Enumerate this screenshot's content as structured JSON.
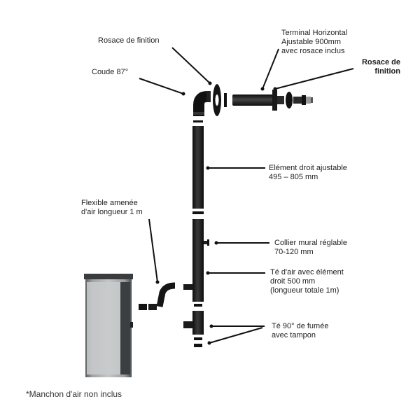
{
  "labels": {
    "rosace_top": "Rosace de finition",
    "coude": "Coude 87°",
    "terminal": "Terminal Horizontal\nAjustable 900mm\navec rosace inclus",
    "rosace_right": "Rosace de\nfinition",
    "element_droit": "Elément droit ajustable\n495 – 805 mm",
    "flexible": "Flexible amenée\nd'air longueur 1 m",
    "collier": "Collier mural réglable\n70-120 mm",
    "te_air": "Té d'air avec élément\ndroit 500 mm\n(longueur totale 1m)",
    "te_fumee": "Té 90° de fumée\navec tampon"
  },
  "footnote": "*Manchon d'air non inclus"
}
